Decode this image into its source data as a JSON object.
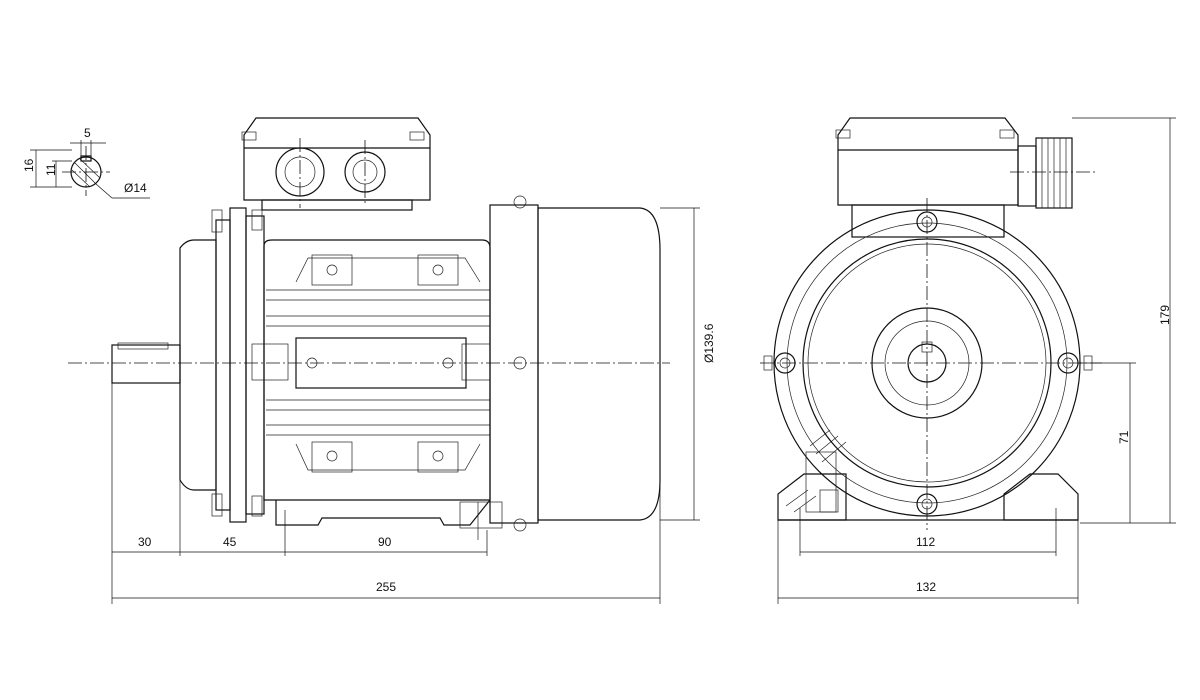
{
  "dimensions": {
    "key_width": "5",
    "shaft_height_16": "16",
    "shaft_key_depth": "11",
    "shaft_diameter": "Ø14",
    "shaft_length": "30",
    "flange_to_foot": "45",
    "foot_spacing_side": "90",
    "overall_length": "255",
    "cover_diameter": "Ø139.6",
    "foot_spacing_front": "112",
    "base_width": "132",
    "shaft_center_height": "71",
    "overall_height": "179"
  }
}
